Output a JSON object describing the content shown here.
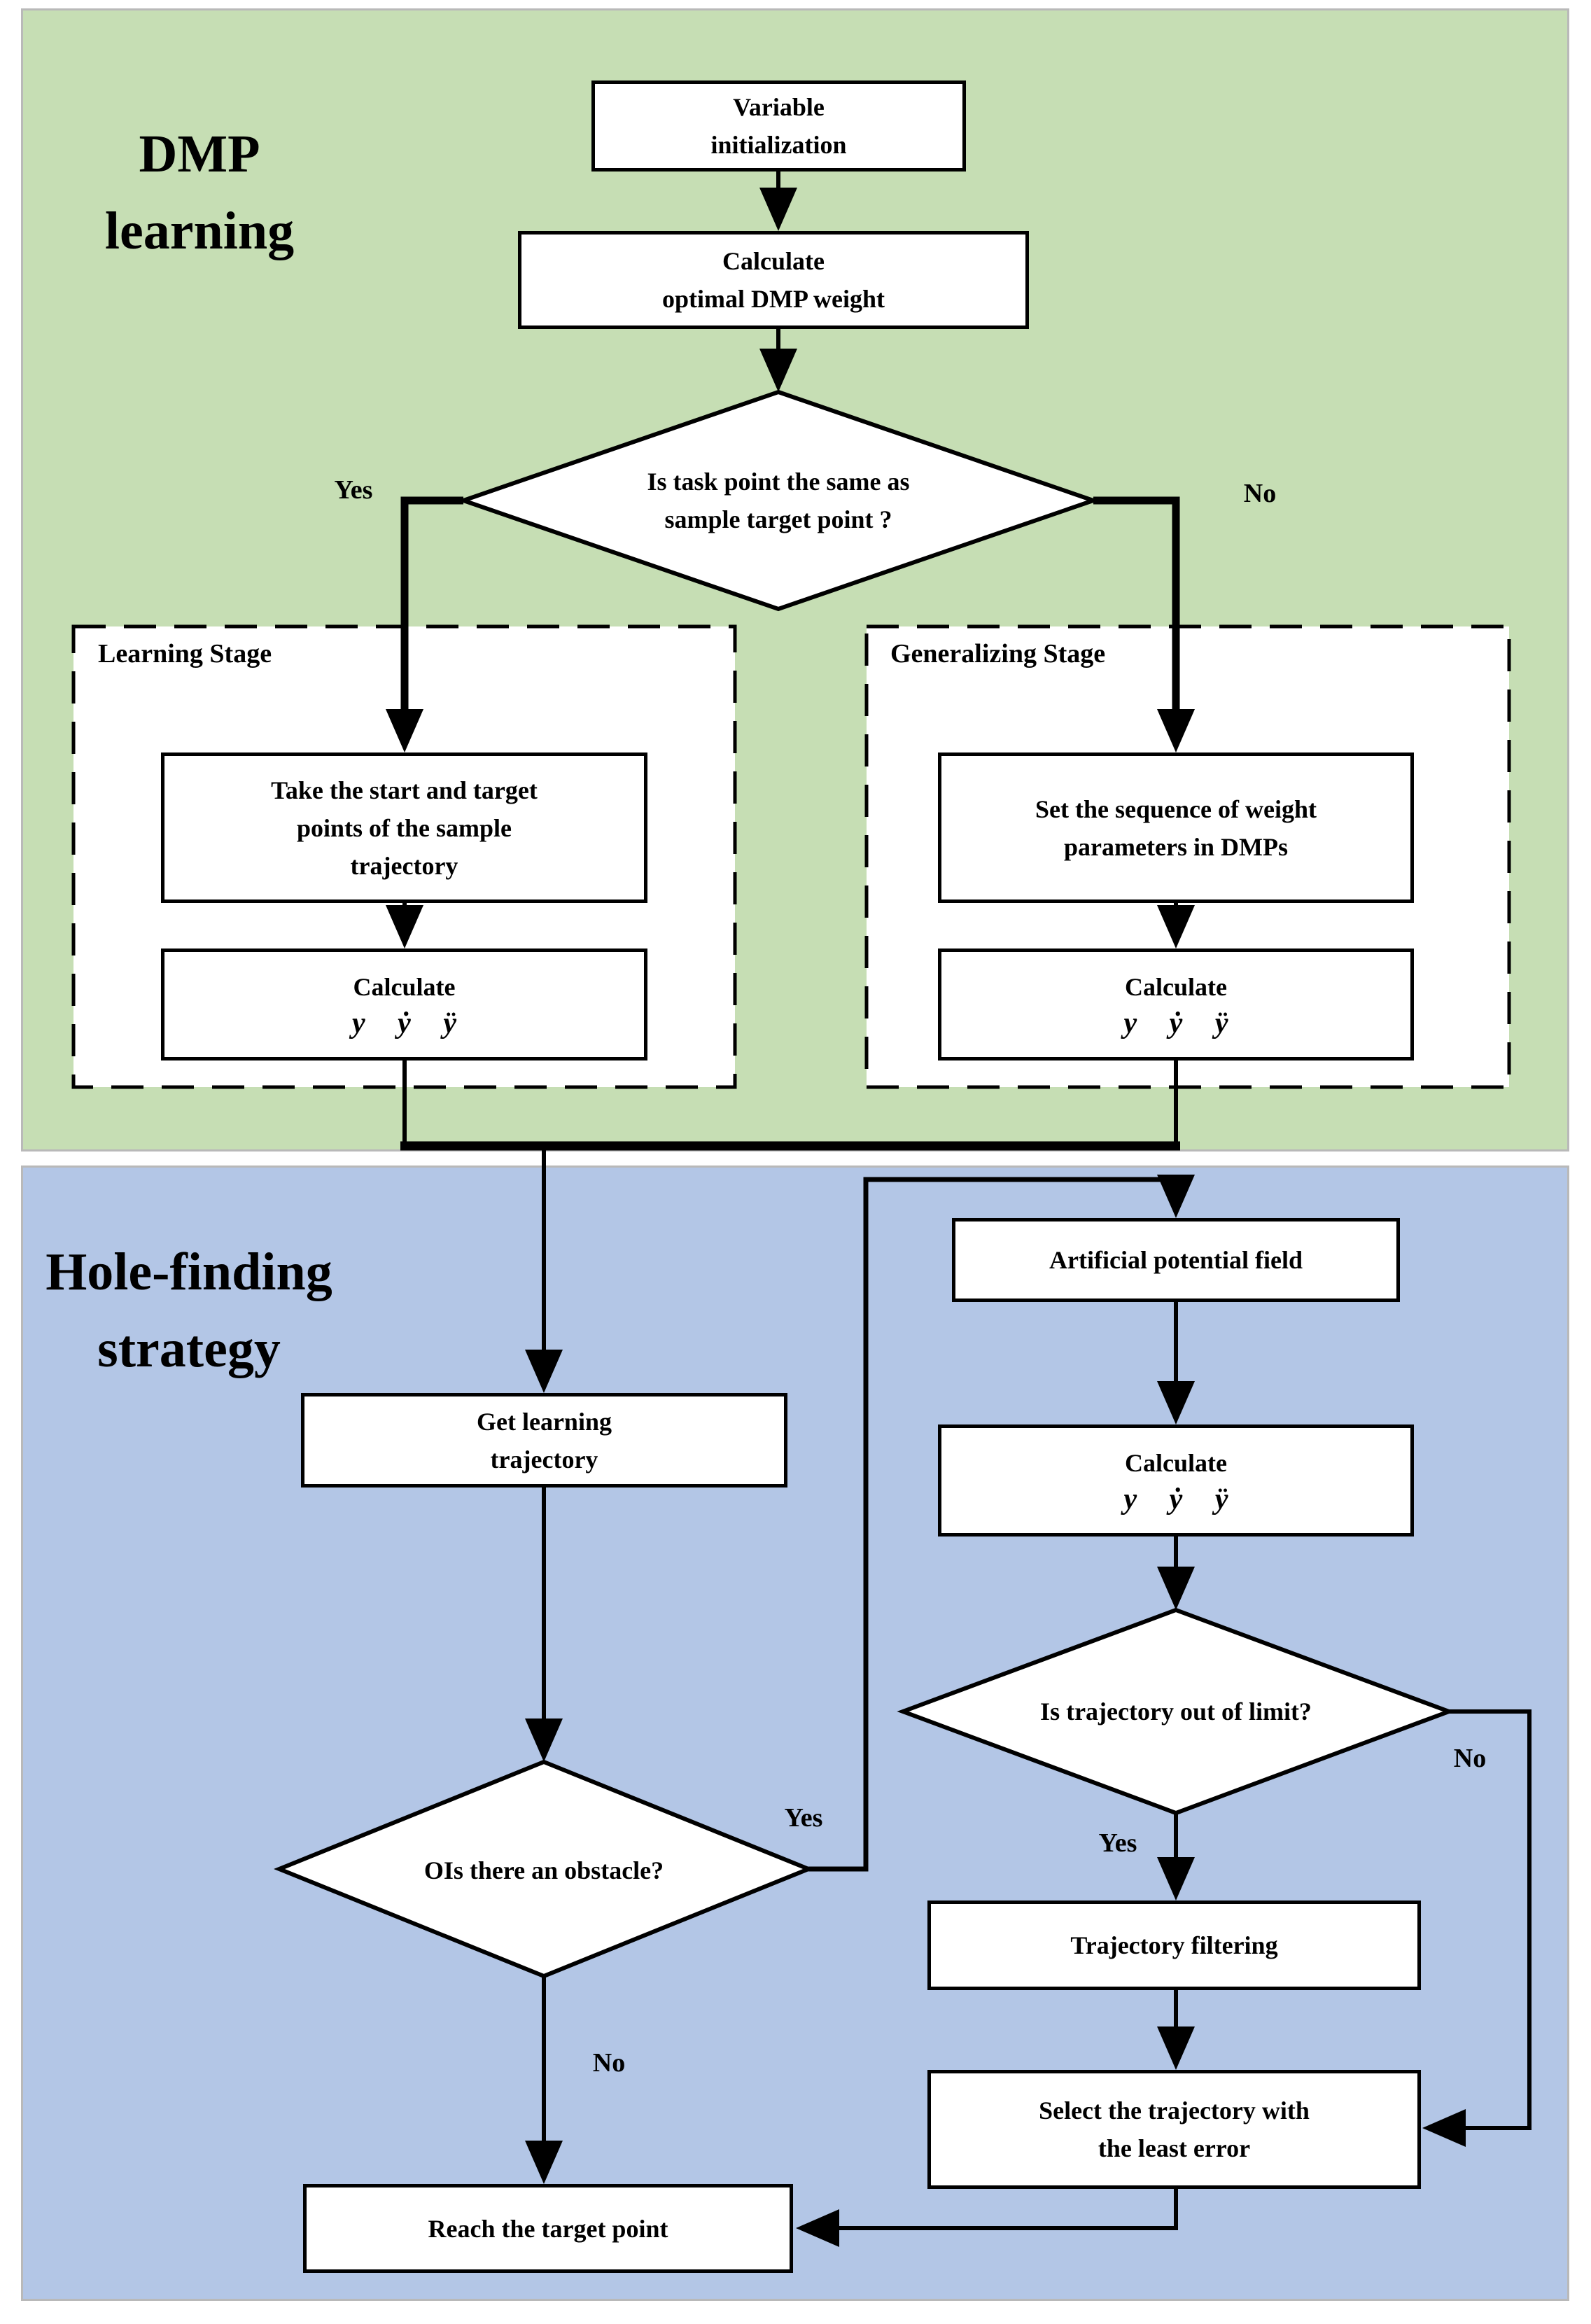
{
  "sections": {
    "dmp_learning": {
      "title_line1": "DMP",
      "title_line2": "learning",
      "bg_color": "#c6deb4"
    },
    "hole_finding": {
      "title_line1": "Hole-finding",
      "title_line2": "strategy",
      "bg_color": "#b3c6e6"
    }
  },
  "nodes": {
    "variable_init": {
      "line1": "Variable",
      "line2": "initialization"
    },
    "calc_weight": {
      "line1": "Calculate",
      "line2": "optimal DMP weight"
    },
    "task_diamond": {
      "line1": "Is task point the same as",
      "line2": "sample target point ?"
    },
    "learning_stage": {
      "label": "Learning Stage"
    },
    "generalizing_stage": {
      "label": "Generalizing Stage"
    },
    "take_points": {
      "line1": "Take the start and target",
      "line2": "points of the sample",
      "line3": "trajectory"
    },
    "calc_learning": {
      "line1": "Calculate",
      "math": "y ẏ ÿ"
    },
    "set_sequence": {
      "line1": "Set the sequence of weight",
      "line2": "parameters in DMPs"
    },
    "calc_generalizing": {
      "line1": "Calculate",
      "math": "y ẏ ÿ"
    },
    "get_trajectory": {
      "line1": "Get learning",
      "line2": "trajectory"
    },
    "artificial_potential": {
      "line1": "Artificial potential field"
    },
    "calc_apf": {
      "line1": "Calculate",
      "math": "y ẏ ÿ"
    },
    "limit_diamond": {
      "line1": "Is trajectory out of limit?"
    },
    "obstacle_diamond": {
      "line1": "OIs there an obstacle?"
    },
    "trajectory_filtering": {
      "line1": "Trajectory filtering"
    },
    "select_trajectory": {
      "line1": "Select the trajectory with",
      "line2": "the least error"
    },
    "reach_target": {
      "line1": "Reach the target point"
    }
  },
  "branch_labels": {
    "task_yes": "Yes",
    "task_no": "No",
    "obstacle_yes": "Yes",
    "obstacle_no": "No",
    "limit_yes": "Yes",
    "limit_no": "No"
  }
}
